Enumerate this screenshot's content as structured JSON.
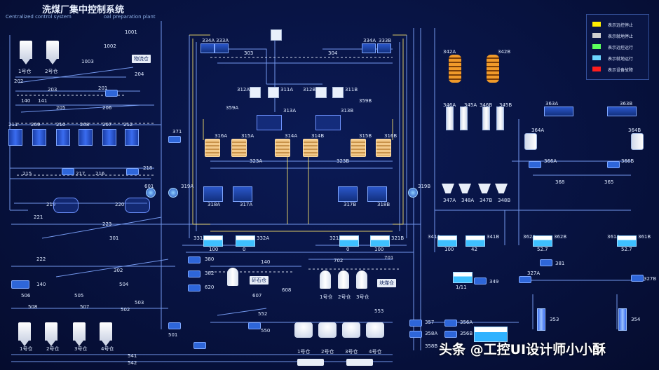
{
  "header": {
    "title": "洗煤厂集中控制系统",
    "subtitle_left": "Centralized control system",
    "subtitle_right": "oal preparation plant"
  },
  "legend": {
    "items": [
      {
        "color": "#ffee00",
        "label": "表示远控停止"
      },
      {
        "color": "#cfcfcf",
        "label": "表示就地停止"
      },
      {
        "color": "#5cff5c",
        "label": "表示远控运行"
      },
      {
        "color": "#6cd6ff",
        "label": "表示就地运行"
      },
      {
        "color": "#ff1e1e",
        "label": "表示设备故障"
      }
    ]
  },
  "silos_top": {
    "a": "1号仓",
    "b": "2号仓"
  },
  "silos_bottom": [
    "1号仓",
    "2号仓",
    "3号仓",
    "4号仓"
  ],
  "mid_silos": [
    "1号仓",
    "2号仓",
    "3号仓"
  ],
  "round_silos": [
    "1号仓",
    "2号仓",
    "3号仓",
    "4号仓"
  ],
  "tags": {
    "wuliao": "物流仓",
    "ganshi": "矸石仓",
    "kuaimei": "块煤仓"
  },
  "tank_values": {
    "t331": "100",
    "t332": "0",
    "t321": "0",
    "t322": "100",
    "t341a": "100",
    "t341b": "42",
    "t362": "52.7",
    "t361": "52.7",
    "t349": "1/11"
  },
  "equipment_labels": {
    "l1001": "1001",
    "l1002": "1002",
    "l1003": "1003",
    "l204": "204",
    "l202": "202",
    "l203": "203",
    "l201": "201",
    "l140": "140",
    "l141": "141",
    "l205": "205",
    "l206": "206",
    "l211": "211",
    "l209": "209",
    "l210": "210",
    "l208": "208",
    "l207": "207",
    "l212": "212",
    "l371": "371",
    "l215": "215",
    "l217": "217",
    "l216": "216",
    "l218": "218",
    "l601": "601",
    "l219": "219",
    "l220": "220",
    "l221": "221",
    "l223": "223",
    "l301": "301",
    "l222": "222",
    "l302": "302",
    "l140b": "140",
    "l504": "504",
    "l503": "503",
    "l506": "506",
    "l505": "505",
    "l508": "508",
    "l507": "507",
    "l502": "502",
    "l501": "501",
    "l541": "541",
    "l542": "542",
    "l334a": "334A",
    "l333a": "333A",
    "l303": "303",
    "l304": "304",
    "l334b": "334A",
    "l333b": "333B",
    "l312a": "312A",
    "l311a": "311A",
    "l312b": "312B",
    "l311b": "311B",
    "l359a": "359A",
    "l359b": "359B",
    "l313a": "313A",
    "l313b": "313B",
    "l316a": "316A",
    "l315a": "315A",
    "l314a": "314A",
    "l314b": "314B",
    "l315b": "315B",
    "l316b": "316B",
    "l323a": "323A",
    "l323b": "323B",
    "l319a": "319A",
    "l319b": "319B",
    "l318a": "318A",
    "l317a": "317A",
    "l317b": "317B",
    "l318b": "318B",
    "l331a": "331A",
    "l332a": "332A",
    "l321a": "321A",
    "l321b": "321B",
    "l380": "380",
    "l382": "382",
    "l620": "620",
    "l140c": "140",
    "l608": "608",
    "l607": "607",
    "l702": "702",
    "l701": "701",
    "l552": "552",
    "l553": "553",
    "l550": "550",
    "l342a": "342A",
    "l342b": "342B",
    "l346a": "346A",
    "l345a": "345A",
    "l346b": "346B",
    "l345b": "345B",
    "l347a": "347A",
    "l348a": "348A",
    "l347b": "347B",
    "l348b": "348B",
    "l341a": "341A",
    "l341b": "341B",
    "l363a": "363A",
    "l363b": "363B",
    "l364a": "364A",
    "l364b": "364B",
    "l366a": "366A",
    "l366b": "366B",
    "l368": "368",
    "l365": "365",
    "l362a": "362A",
    "l362b": "362B",
    "l361a": "361A",
    "l361b": "361B",
    "l381": "381",
    "l327a": "327A",
    "l327b": "327B",
    "l349": "349",
    "l353": "353",
    "l354": "354",
    "l357": "357",
    "l356a": "356A",
    "l358a": "358A",
    "l356b": "356B",
    "l358b": "358B"
  },
  "watermark": "头条 @工控UI设计师小小酥"
}
